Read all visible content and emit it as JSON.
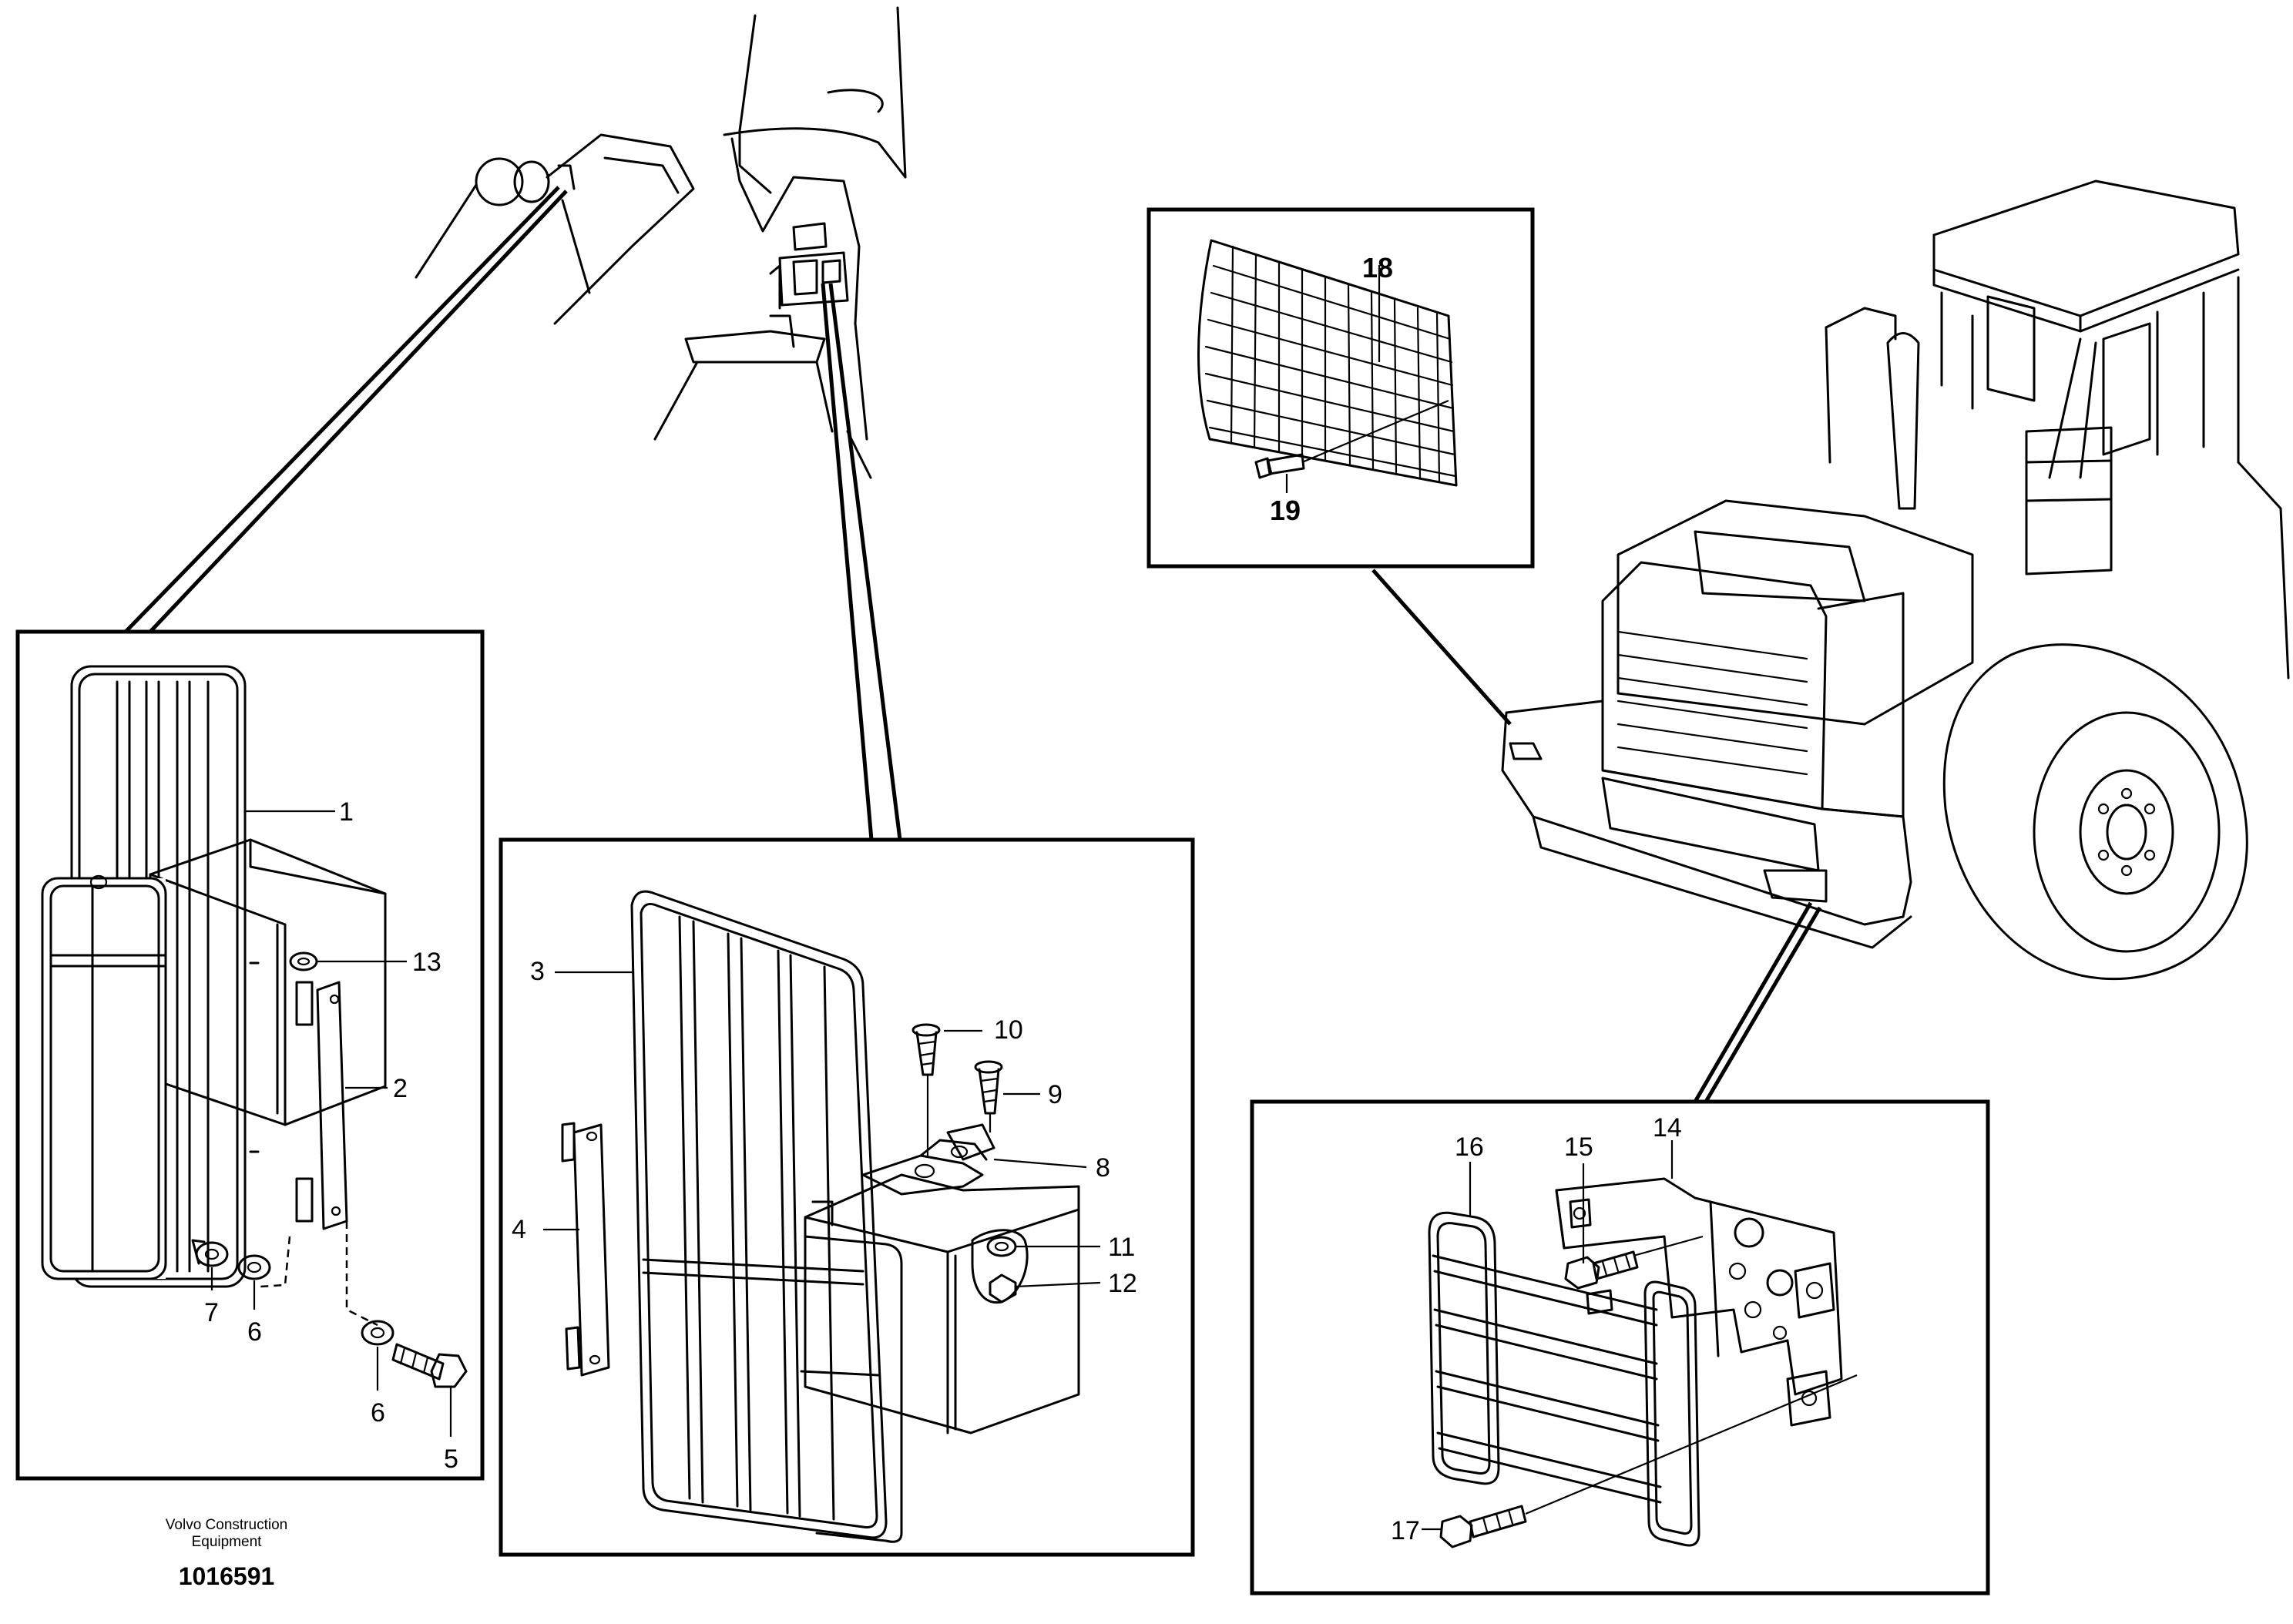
{
  "callouts": {
    "c1": "1",
    "c2": "2",
    "c3": "3",
    "c4": "4",
    "c5": "5",
    "c6a": "6",
    "c6b": "6",
    "c7": "7",
    "c8": "8",
    "c9": "9",
    "c10": "10",
    "c11": "11",
    "c12": "12",
    "c13": "13",
    "c14": "14",
    "c15": "15",
    "c16": "16",
    "c17": "17",
    "c18": "18",
    "c19": "19"
  },
  "footer": {
    "manufacturer_line1": "Volvo Construction",
    "manufacturer_line2": "Equipment",
    "drawing_number": "1016591"
  }
}
